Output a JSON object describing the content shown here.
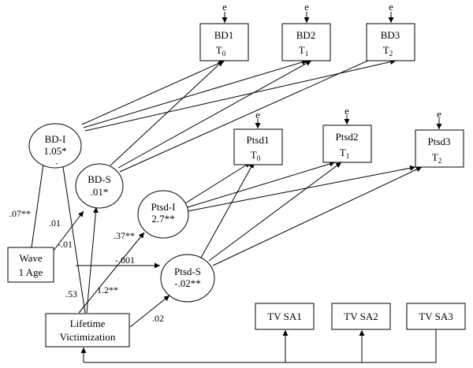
{
  "boxes": {
    "bd1": {
      "line1": "BD1",
      "line2": "T",
      "sub": "0",
      "error": "e"
    },
    "bd2": {
      "line1": "BD2",
      "line2": "T",
      "sub": "1",
      "error": "e"
    },
    "bd3": {
      "line1": "BD3",
      "line2": "T",
      "sub": "2",
      "error": "e"
    },
    "ptsd1": {
      "line1": "Ptsd1",
      "line2": "T",
      "sub": "0",
      "error": "e"
    },
    "ptsd2": {
      "line1": "Ptsd2",
      "line2": "T",
      "sub": "1",
      "error": "e"
    },
    "ptsd3": {
      "line1": "Ptsd3",
      "line2": "T",
      "sub": "2",
      "error": "e"
    },
    "wave": {
      "line1": "Wave",
      "line2": "1 Age"
    },
    "victim": {
      "line1": "Lifetime",
      "line2": "Victimization"
    },
    "tvsa1": {
      "line1": "TV SA1"
    },
    "tvsa2": {
      "line1": "TV SA2"
    },
    "tvsa3": {
      "line1": "TV SA3"
    }
  },
  "latents": {
    "bdi": {
      "line1": "BD-I",
      "line2": "1.05*"
    },
    "bds": {
      "line1": "BD-S",
      "line2": ".01*"
    },
    "ptsdi": {
      "line1": "Ptsd-I",
      "line2": "2.7**"
    },
    "ptsds": {
      "line1": "Ptsd-S",
      "line2": "-.02**"
    }
  },
  "coefficients": {
    "age_bdi": ".07**",
    "age_bds": ".01",
    "victim_bds": "-.01",
    "victim_ptsdi": ".37**",
    "age_ptsds": "-.001",
    "victim_bdi": ".53",
    "victim_ptsdi2": "1.2**",
    "victim_ptsds": ".02"
  }
}
